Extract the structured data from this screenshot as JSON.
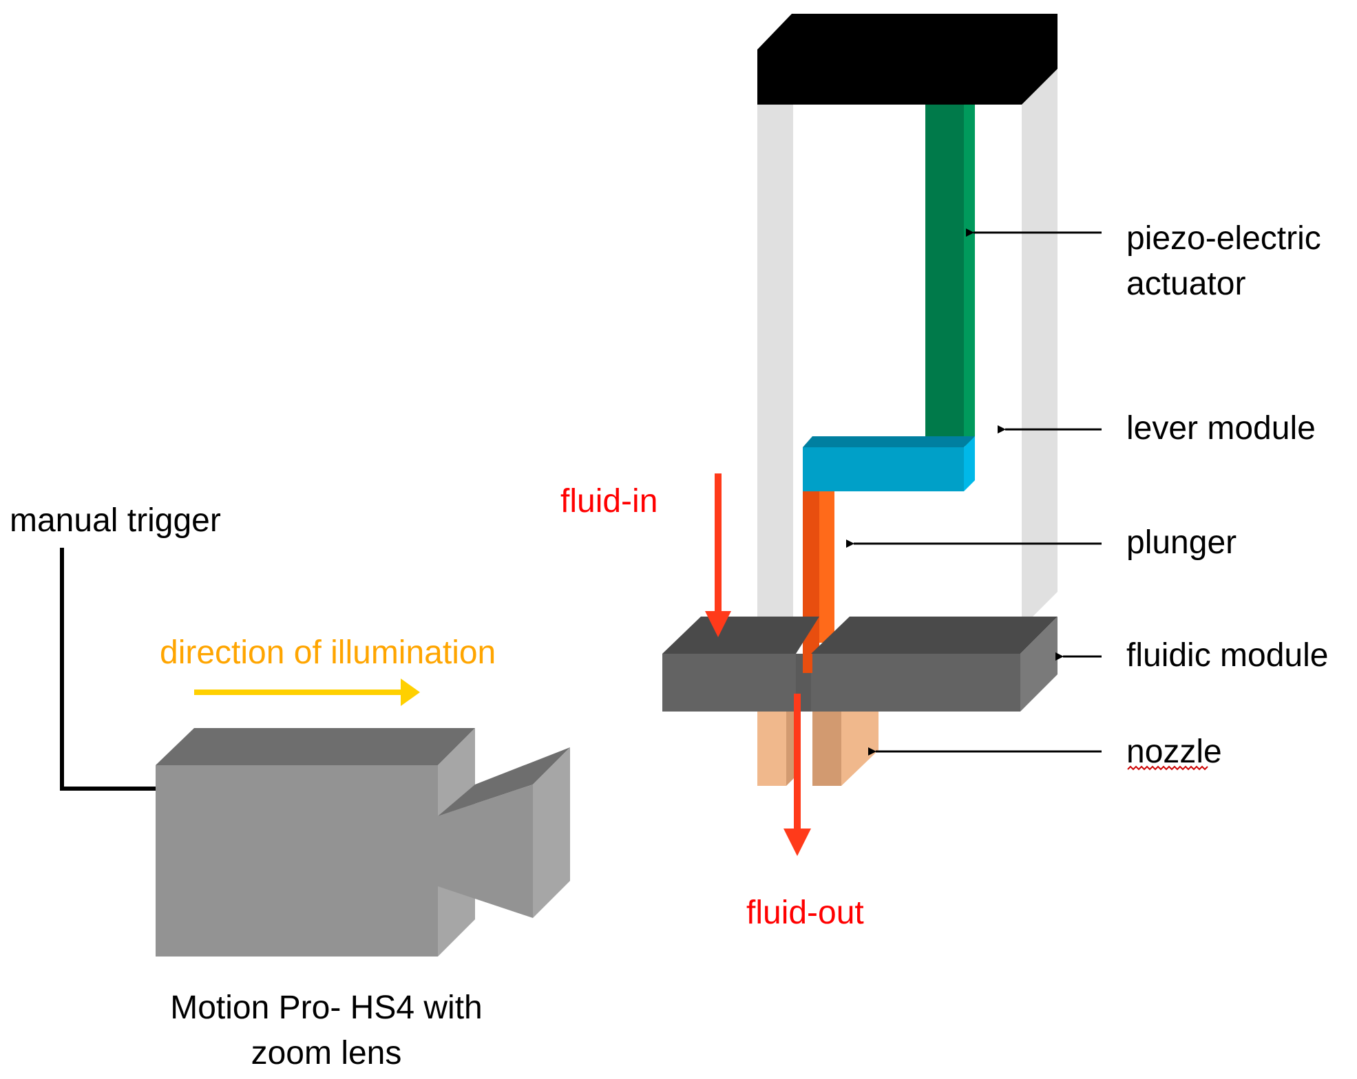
{
  "labels": {
    "piezo_line1": "piezo-electric",
    "piezo_line2": "actuator",
    "lever_module": "lever module",
    "plunger": "plunger",
    "fluidic_module": "fluidic module",
    "nozzle": "nozzle",
    "fluid_in": "fluid-in",
    "fluid_out": "fluid-out",
    "manual_trigger": "manual trigger",
    "direction": "direction of illumination",
    "camera_line1": "Motion Pro- HS4 with",
    "camera_line2": "zoom lens"
  },
  "colors": {
    "frame_top": "#000000",
    "frame_post": "#e0e0e0",
    "actuator_front": "#007a4a",
    "actuator_side": "#009a5c",
    "lever_front": "#00a0c8",
    "lever_top": "#007fa0",
    "lever_side": "#00b8e8",
    "plunger_front": "#e84e0f",
    "plunger_side": "#ff6a1a",
    "fluidic_top": "#4a4a4a",
    "fluidic_front": "#636363",
    "fluidic_side": "#7a7a7a",
    "nozzle_front": "#f0b88c",
    "nozzle_side": "#d29a70",
    "fluid_arrow": "#ff3a1a",
    "fluid_text": "#ff0000",
    "illumination_text": "#ffa500",
    "illumination_arrow": "#ffd000",
    "camera_front": "#939393",
    "camera_top": "#6e6e6e",
    "camera_side": "#a6a6a6"
  },
  "icons": {
    "camera": "video-camera-icon"
  }
}
